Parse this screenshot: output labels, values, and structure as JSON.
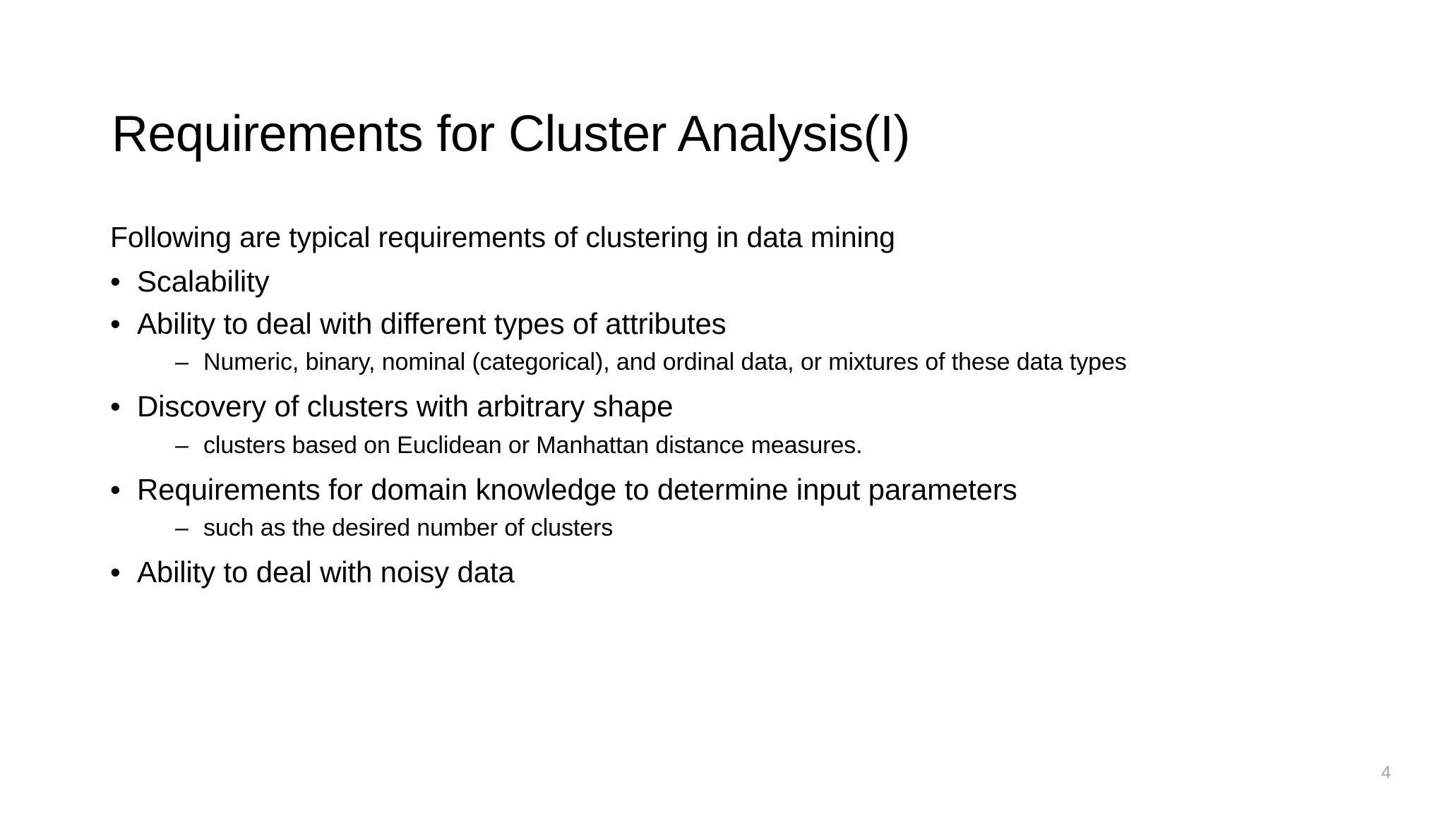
{
  "slide": {
    "title": "Requirements for Cluster Analysis(I)",
    "intro": "Following are typical requirements of clustering in data mining",
    "bullet_mark_level1": "•",
    "bullet_mark_level2": "–",
    "items": [
      {
        "level": 1,
        "text": "Scalability"
      },
      {
        "level": 1,
        "text": "Ability to deal with different types of attributes"
      },
      {
        "level": 2,
        "text": "Numeric, binary, nominal (categorical), and ordinal data, or mixtures of these data types"
      },
      {
        "level": 1,
        "text": "Discovery of clusters with arbitrary shape"
      },
      {
        "level": 2,
        "text": "clusters based on Euclidean or Manhattan distance measures."
      },
      {
        "level": 1,
        "text": "Requirements for domain knowledge to determine input parameters"
      },
      {
        "level": 2,
        "text": "such as the desired number of clusters"
      },
      {
        "level": 1,
        "text": "Ability to deal with noisy data"
      }
    ],
    "page_number": "4",
    "colors": {
      "background": "#ffffff",
      "text": "#000000",
      "page_number": "#a6a6a6"
    }
  }
}
